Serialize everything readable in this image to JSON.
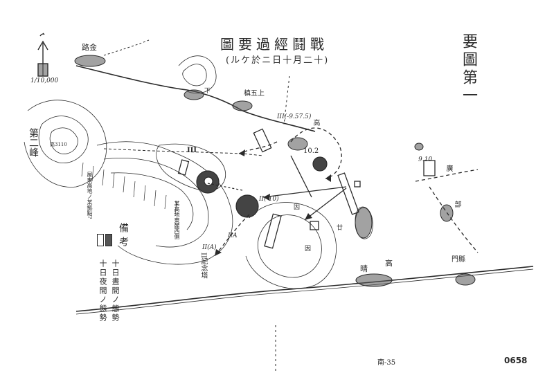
{
  "map": {
    "title": "圖要過經鬪戰",
    "subtitle": "(ルケ於ニ日十月二十)",
    "side_title": "要圖第一",
    "scale": "1/10,000",
    "page_number": "0658",
    "archive_mark": "南-35",
    "legend_heading": "備考",
    "legend_day": "十日晝間ノ態勢",
    "legend_night": "十日夜間ノ態勢",
    "colors": {
      "ink": "#2a2a2a",
      "paper": "#ffffff"
    }
  },
  "labels": {
    "road_top": "路金",
    "village_top": "下",
    "hill_label": "槙五上",
    "peak_left": "第二峰",
    "peak_left_contour": "高3110",
    "unit_III_top": "III(-9.57.5)",
    "unit_III_left": "III",
    "unit_II": "II(-10)",
    "unit_IIA": "IIA",
    "unit_IIA_bottom": "II(A)",
    "hill_102": "10.2",
    "kanji_near_hill": "高",
    "point_912": "9.10",
    "memorial": "II記念塔",
    "lower_village": "高",
    "road_bottom_left": "晴",
    "east_village": "部",
    "east_road": "門縣",
    "east_hill_label": "廣",
    "small_label_a": "因",
    "small_label_b": "因",
    "small_right": "廿",
    "left_annotation": "屋東高地ノ某拠點?",
    "center_annotation": "某高地東麓西側"
  }
}
